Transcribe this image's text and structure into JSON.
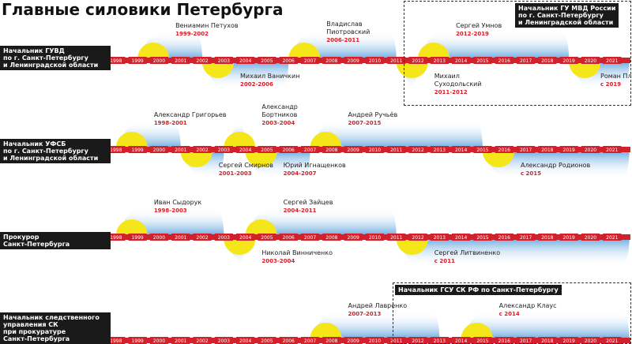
{
  "title": "Главные силовики Петербурга",
  "colors": {
    "axis": "#d4202a",
    "yellow": "#f5e619",
    "blue": "#7fb8e6",
    "dark": "#1a1a1a",
    "red_text": "#d4202a"
  },
  "rows": [
    {
      "id": "gu",
      "label": [
        "Начальник ГУВД",
        "по г. Санкт-Петербургу",
        "и Ленинградской области"
      ],
      "years_shown": [
        1998,
        1999,
        2000,
        2001,
        2002,
        2003,
        2004,
        2005,
        2006,
        2007,
        2008,
        2009,
        2010,
        2011,
        2012,
        2013,
        2014,
        2015,
        2016,
        2017,
        2018,
        2019,
        2020,
        2021
      ],
      "persons": [
        {
          "name": [
            "Вениамин Петухов"
          ],
          "years": "1999-2002",
          "start": 1999,
          "end": 2002,
          "side": "top"
        },
        {
          "name": [
            "Михаил Ваничкин"
          ],
          "years": "2002-2006",
          "start": 2002,
          "end": 2006,
          "side": "bottom"
        },
        {
          "name": [
            "Владислав",
            "Пиотровский"
          ],
          "years": "2006-2011",
          "start": 2006,
          "end": 2011,
          "side": "top"
        },
        {
          "name": [
            "Михаил",
            "Суходольский"
          ],
          "years": "2011-2012",
          "start": 2011,
          "end": 2012,
          "side": "bottom"
        },
        {
          "name": [
            "Сергей Умнов"
          ],
          "years": "2012-2019",
          "start": 2012,
          "end": 2019,
          "side": "top"
        },
        {
          "name": [
            "Роман Плугин"
          ],
          "years": "с 2019",
          "start": 2019,
          "end": 2021.8,
          "side": "bottom"
        }
      ],
      "box_label": [
        "Начальник ГУ МВД России",
        "по г. Санкт-Петербургу",
        "и Ленинградской области"
      ]
    },
    {
      "id": "fsb",
      "label": [
        "Начальник УФСБ",
        "по г. Санкт-Петербургу",
        "и Ленинградской области"
      ],
      "years_shown": [
        1998,
        1999,
        2000,
        2001,
        2002,
        2003,
        2004,
        2005,
        2006,
        2007,
        2008,
        2009,
        2010,
        2011,
        2012,
        2013,
        2014,
        2015,
        2016,
        2017,
        2018,
        2019,
        2020,
        2021
      ],
      "persons": [
        {
          "name": [
            "Александр Григорьев"
          ],
          "years": "1998-2001",
          "start": 1998,
          "end": 2001,
          "side": "top"
        },
        {
          "name": [
            "Сергей Смирнов"
          ],
          "years": "2001-2003",
          "start": 2001,
          "end": 2003,
          "side": "bottom"
        },
        {
          "name": [
            "Александр",
            "Бортников"
          ],
          "years": "2003-2004",
          "start": 2003,
          "end": 2004,
          "side": "top"
        },
        {
          "name": [
            "Юрий Игнащенков"
          ],
          "years": "2004-2007",
          "start": 2004,
          "end": 2007,
          "side": "bottom"
        },
        {
          "name": [
            "Андрей Ручьёв"
          ],
          "years": "2007-2015",
          "start": 2007,
          "end": 2015,
          "side": "top"
        },
        {
          "name": [
            "Александр Родионов"
          ],
          "years": "с 2015",
          "start": 2015,
          "end": 2021.8,
          "side": "bottom"
        }
      ]
    },
    {
      "id": "pros",
      "label": [
        "Прокурор",
        "Санкт-Петербурга"
      ],
      "years_shown": [
        1998,
        1999,
        2000,
        2001,
        2002,
        2003,
        2004,
        2005,
        2006,
        2007,
        2008,
        2009,
        2010,
        2011,
        2012,
        2013,
        2014,
        2015,
        2016,
        2017,
        2018,
        2019,
        2020,
        2021
      ],
      "persons": [
        {
          "name": [
            "Иван Сыдорук"
          ],
          "years": "1998-2003",
          "start": 1998,
          "end": 2003,
          "side": "top"
        },
        {
          "name": [
            "Николай Винниченко"
          ],
          "years": "2003-2004",
          "start": 2003,
          "end": 2004,
          "side": "bottom"
        },
        {
          "name": [
            "Сергей Зайцев"
          ],
          "years": "2004-2011",
          "start": 2004,
          "end": 2011,
          "side": "top"
        },
        {
          "name": [
            "Сергей Литвиненко"
          ],
          "years": "с 2011",
          "start": 2011,
          "end": 2021.8,
          "side": "bottom"
        }
      ]
    },
    {
      "id": "sk",
      "label": [
        "Начальник следственного",
        "управления СК",
        "при прокуратуре",
        "Санкт-Петербурга"
      ],
      "years_shown": [
        1998,
        1999,
        2000,
        2001,
        2002,
        2003,
        2004,
        2005,
        2006,
        2007,
        2008,
        2009,
        2010,
        2011,
        2012,
        2013,
        2014,
        2015,
        2016,
        2017,
        2018,
        2019,
        2020,
        2021
      ],
      "persons": [
        {
          "name": [
            "Андрей Лавренко"
          ],
          "years": "2007-2013",
          "start": 2007,
          "end": 2013,
          "side": "top"
        },
        {
          "name": [
            "Александр Клаус"
          ],
          "years": "с 2014",
          "start": 2014,
          "end": 2021.8,
          "side": "top"
        }
      ],
      "box_label": [
        "Начальник ГСУ СК РФ по Санкт-Петербургу"
      ]
    }
  ]
}
